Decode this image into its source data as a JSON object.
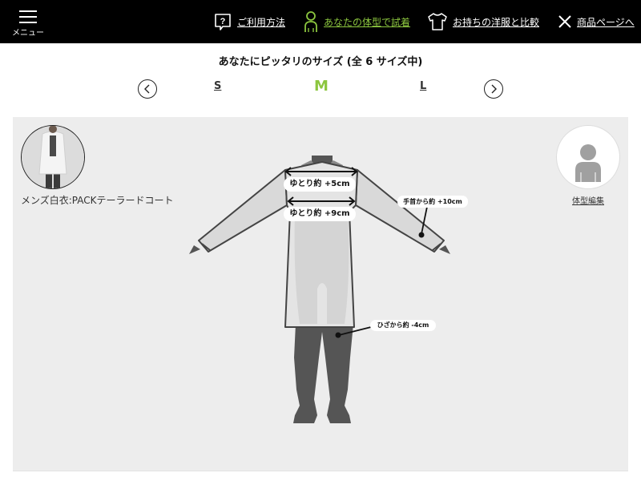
{
  "header": {
    "menu_label": "メニュー",
    "nav": [
      {
        "label": "ご利用方法",
        "icon": "help-bubble-icon",
        "active": false
      },
      {
        "label": "あなたの体型で試着",
        "icon": "person-icon",
        "active": true
      },
      {
        "label": "お持ちの洋服と比較",
        "icon": "tshirt-icon",
        "active": false
      },
      {
        "label": "商品ページへ",
        "icon": "close-icon",
        "active": false
      }
    ]
  },
  "fit": {
    "title": "あなたにピッタリのサイズ (全 6 サイズ中)",
    "sizes": {
      "prev": "S",
      "current": "M",
      "next": "L"
    }
  },
  "product": {
    "name": "メンズ白衣:PACKテーラードコート"
  },
  "profile": {
    "edit_label": "体型編集"
  },
  "measurements": {
    "shoulder": "ゆとり約 +5cm",
    "chest": "ゆとり約 +9cm",
    "sleeve": "手首から約 +10cm",
    "hem": "ひざから約 -4cm"
  },
  "colors": {
    "accent": "#8cc63f",
    "header_bg": "#000000",
    "stage_bg": "#ededed",
    "body": "#555555",
    "garment": "#d9d9d9"
  }
}
